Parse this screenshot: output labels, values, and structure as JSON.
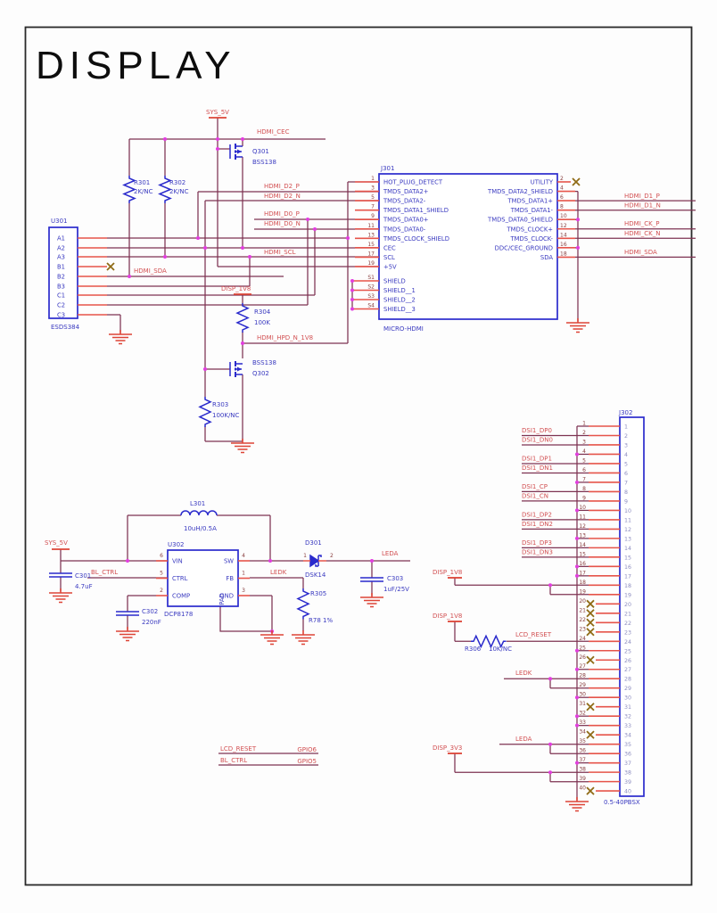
{
  "title": "DISPLAY",
  "colors": {
    "wire": "#7e3352",
    "pin_stub": "#e6544a",
    "net_label": "#d25052",
    "component": "#2a2acc",
    "junction": "#e23ddf",
    "no_connect": "#8f6b16",
    "ground": "#dd4436"
  },
  "nets": {
    "sys_5v": "SYS_5V",
    "hdmi_cec": "HDMI_CEC",
    "hdmi_d2_p": "HDMI_D2_P",
    "hdmi_d2_n": "HDMI_D2_N",
    "hdmi_d0_p": "HDMI_D0_P",
    "hdmi_d0_n": "HDMI_D0_N",
    "hdmi_scl": "HDMI_SCL",
    "hdmi_sda": "HDMI_SDA",
    "hdmi_d1_p": "HDMI_D1_P",
    "hdmi_d1_n": "HDMI_D1_N",
    "hdmi_ck_p": "HDMI_CK_P",
    "hdmi_ck_n": "HDMI_CK_N",
    "disp_1v8": "DISP_1V8",
    "disp_3v3": "DISP_3V3",
    "hdmi_hpd": "HDMI_HPD_N_1V8",
    "bl_ctrl": "BL_CTRL",
    "ledk": "LEDK",
    "leda": "LEDA",
    "lcd_reset": "LCD_RESET",
    "gpio_lcd": "GPIO6",
    "gpio_bl": "GPIO5",
    "dsi": [
      "DSI1_DP0",
      "DSI1_DN0",
      "DSI1_DP1",
      "DSI1_DN1",
      "DSI1_CP",
      "DSI1_CN",
      "DSI1_DP2",
      "DSI1_DN2",
      "DSI1_DP3",
      "DSI1_DN3"
    ]
  },
  "components": {
    "u301": {
      "ref": "U301",
      "part": "ESDS384",
      "pins": [
        "A1",
        "A2",
        "A3",
        "B1",
        "B2",
        "B3",
        "C1",
        "C2",
        "C3"
      ]
    },
    "q301": {
      "ref": "Q301",
      "part": "BSS138"
    },
    "q302": {
      "ref": "Q302",
      "part": "BSS138"
    },
    "r301": {
      "ref": "R301",
      "value": "2K/NC"
    },
    "r302": {
      "ref": "R302",
      "value": "2K/NC"
    },
    "r303": {
      "ref": "R303",
      "value": "100K/NC"
    },
    "r304": {
      "ref": "R304",
      "value": "100K"
    },
    "r305": {
      "ref": "R305",
      "value": "R78 1%"
    },
    "r306": {
      "ref": "R306",
      "value": "10K/NC"
    },
    "c301": {
      "ref": "C301",
      "value": "4.7uF"
    },
    "c302": {
      "ref": "C302",
      "value": "220nF"
    },
    "c303": {
      "ref": "C303",
      "value": "1uF/25V"
    },
    "l301": {
      "ref": "L301",
      "value": "10uH/0.5A"
    },
    "d301": {
      "ref": "D301",
      "part": "DSK14",
      "pin1": "1",
      "pin2": "2"
    },
    "u302": {
      "ref": "U302",
      "part": "DCP8178",
      "pad": "PAD",
      "left_pins": [
        {
          "num": "6",
          "name": "VIN"
        },
        {
          "num": "5",
          "name": "CTRL"
        },
        {
          "num": "2",
          "name": "COMP"
        }
      ],
      "right_pins": [
        {
          "num": "4",
          "name": "SW"
        },
        {
          "num": "1",
          "name": "FB"
        },
        {
          "num": "3",
          "name": "GND"
        }
      ]
    },
    "j301": {
      "ref": "J301",
      "part": "MICRO-HDMI",
      "left_pins": [
        {
          "num": "1",
          "name": "HOT_PLUG_DETECT"
        },
        {
          "num": "3",
          "name": "TMDS_DATA2+"
        },
        {
          "num": "5",
          "name": "TMDS_DATA2-"
        },
        {
          "num": "7",
          "name": "TMDS_DATA1_SHIELD"
        },
        {
          "num": "9",
          "name": "TMDS_DATA0+"
        },
        {
          "num": "11",
          "name": "TMDS_DATA0-"
        },
        {
          "num": "13",
          "name": "TMDS_CLOCK_SHIELD"
        },
        {
          "num": "15",
          "name": "CEC"
        },
        {
          "num": "17",
          "name": "SCL"
        },
        {
          "num": "19",
          "name": "+5V"
        },
        {
          "num": "S1",
          "name": "SHIELD"
        },
        {
          "num": "S2",
          "name": "SHIELD__1"
        },
        {
          "num": "S3",
          "name": "SHIELD__2"
        },
        {
          "num": "S4",
          "name": "SHIELD__3"
        }
      ],
      "right_pins": [
        {
          "num": "2",
          "name": "UTILITY"
        },
        {
          "num": "4",
          "name": "TMDS_DATA2_SHIELD"
        },
        {
          "num": "6",
          "name": "TMDS_DATA1+"
        },
        {
          "num": "8",
          "name": "TMDS_DATA1-"
        },
        {
          "num": "10",
          "name": "TMDS_DATA0_SHIELD"
        },
        {
          "num": "12",
          "name": "TMDS_CLOCK+"
        },
        {
          "num": "14",
          "name": "TMDS_CLOCK-"
        },
        {
          "num": "16",
          "name": "DDC/CEC_GROUND"
        },
        {
          "num": "18",
          "name": "SDA"
        }
      ]
    },
    "j302": {
      "ref": "J302",
      "part": "0.5-40PBSX",
      "pin_count": 40
    }
  }
}
